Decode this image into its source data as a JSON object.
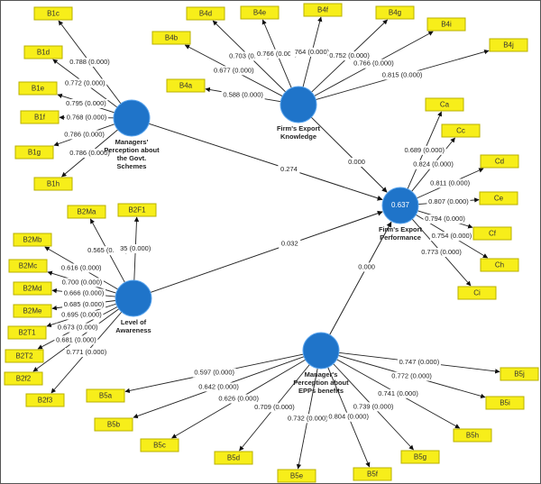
{
  "colors": {
    "construct": "#1f74c9",
    "indicator": "#f7ee1a",
    "line": "#222222"
  },
  "constructs": [
    {
      "id": "MP",
      "label_lines": [
        "Managers'",
        "Perception about",
        "the Govt.",
        "Schemes"
      ]
    },
    {
      "id": "EK",
      "label_lines": [
        "Firm's Export",
        "Knowledge"
      ]
    },
    {
      "id": "EP",
      "label_lines": [
        "Firm's Export",
        "Performance"
      ],
      "r_squared": "0.637"
    },
    {
      "id": "LA",
      "label_lines": [
        "Level of",
        "Awareness"
      ]
    },
    {
      "id": "EB",
      "label_lines": [
        "Manager's",
        "Perception about",
        "EPPs benefits"
      ]
    }
  ],
  "structural_paths": [
    {
      "from": "MP",
      "to": "EP",
      "label": "0.274"
    },
    {
      "from": "EK",
      "to": "EP",
      "label": "0.000"
    },
    {
      "from": "LA",
      "to": "EP",
      "label": "0.032"
    },
    {
      "from": "EB",
      "to": "EP",
      "label": "0.000"
    }
  ],
  "indicators": [
    {
      "construct": "MP",
      "name": "B1c",
      "loading": "0.788 (0.000)"
    },
    {
      "construct": "MP",
      "name": "B1d",
      "loading": "0.772 (0.000)"
    },
    {
      "construct": "MP",
      "name": "B1e",
      "loading": "0.795 (0.000)"
    },
    {
      "construct": "MP",
      "name": "B1f",
      "loading": "0.768 (0.000)"
    },
    {
      "construct": "MP",
      "name": "B1g",
      "loading": "0.786 (0.000)"
    },
    {
      "construct": "MP",
      "name": "B1h",
      "loading": "0.786 (0.000)"
    },
    {
      "construct": "EK",
      "name": "B4a",
      "loading": "0.588 (0.000)"
    },
    {
      "construct": "EK",
      "name": "B4b",
      "loading": "0.677 (0.000)"
    },
    {
      "construct": "EK",
      "name": "B4d",
      "loading": "0.703 (0.000)"
    },
    {
      "construct": "EK",
      "name": "B4e",
      "loading": "0.766 (0.000)"
    },
    {
      "construct": "EK",
      "name": "B4f",
      "loading": "764 (0.000)"
    },
    {
      "construct": "EK",
      "name": "B4g",
      "loading": "0.752 (0.000)"
    },
    {
      "construct": "EK",
      "name": "B4i",
      "loading": "0.766 (0.000)"
    },
    {
      "construct": "EK",
      "name": "B4j",
      "loading": "0.815 (0.000)"
    },
    {
      "construct": "EP",
      "name": "Ca",
      "loading": "0.689 (0.000)"
    },
    {
      "construct": "EP",
      "name": "Cc",
      "loading": "0.824 (0.000)"
    },
    {
      "construct": "EP",
      "name": "Cd",
      "loading": "0.811 (0.000)"
    },
    {
      "construct": "EP",
      "name": "Ce",
      "loading": "0.807 (0.000)"
    },
    {
      "construct": "EP",
      "name": "Cf",
      "loading": "0.794 (0.000)"
    },
    {
      "construct": "EP",
      "name": "Ch",
      "loading": "0.754 (0.000)"
    },
    {
      "construct": "EP",
      "name": "Ci",
      "loading": "0.773 (0.000)"
    },
    {
      "construct": "LA",
      "name": "B2Ma",
      "loading": "0.565 (0.000)"
    },
    {
      "construct": "LA",
      "name": "B2F1",
      "loading": "35 (0.000)"
    },
    {
      "construct": "LA",
      "name": "B2Mb",
      "loading": "0.616 (0.000)"
    },
    {
      "construct": "LA",
      "name": "B2Mc",
      "loading": "0.700 (0.000)"
    },
    {
      "construct": "LA",
      "name": "B2Md",
      "loading": "0.666 (0.000)"
    },
    {
      "construct": "LA",
      "name": "B2Me",
      "loading": "0.685 (0.000)"
    },
    {
      "construct": "LA",
      "name": "B2T1",
      "loading": "0.695 (0.000)"
    },
    {
      "construct": "LA",
      "name": "B2T2",
      "loading": "0.673 (0.000)"
    },
    {
      "construct": "LA",
      "name": "B2f2",
      "loading": "0.681 (0.000)"
    },
    {
      "construct": "LA",
      "name": "B2f3",
      "loading": "0.771 (0.000)"
    },
    {
      "construct": "EB",
      "name": "B5a",
      "loading": "0.597 (0.000)"
    },
    {
      "construct": "EB",
      "name": "B5b",
      "loading": "0.642 (0.000)"
    },
    {
      "construct": "EB",
      "name": "B5c",
      "loading": "0.626 (0.000)"
    },
    {
      "construct": "EB",
      "name": "B5d",
      "loading": "0.709 (0.000)"
    },
    {
      "construct": "EB",
      "name": "B5e",
      "loading": "0.732 (0.000)"
    },
    {
      "construct": "EB",
      "name": "B5f",
      "loading": "0.804 (0.000)"
    },
    {
      "construct": "EB",
      "name": "B5g",
      "loading": "0.739 (0.000)"
    },
    {
      "construct": "EB",
      "name": "B5h",
      "loading": "0.741 (0.000)"
    },
    {
      "construct": "EB",
      "name": "B5i",
      "loading": "0.772 (0.000)"
    },
    {
      "construct": "EB",
      "name": "B5j",
      "loading": "0.747 (0.000)"
    }
  ]
}
